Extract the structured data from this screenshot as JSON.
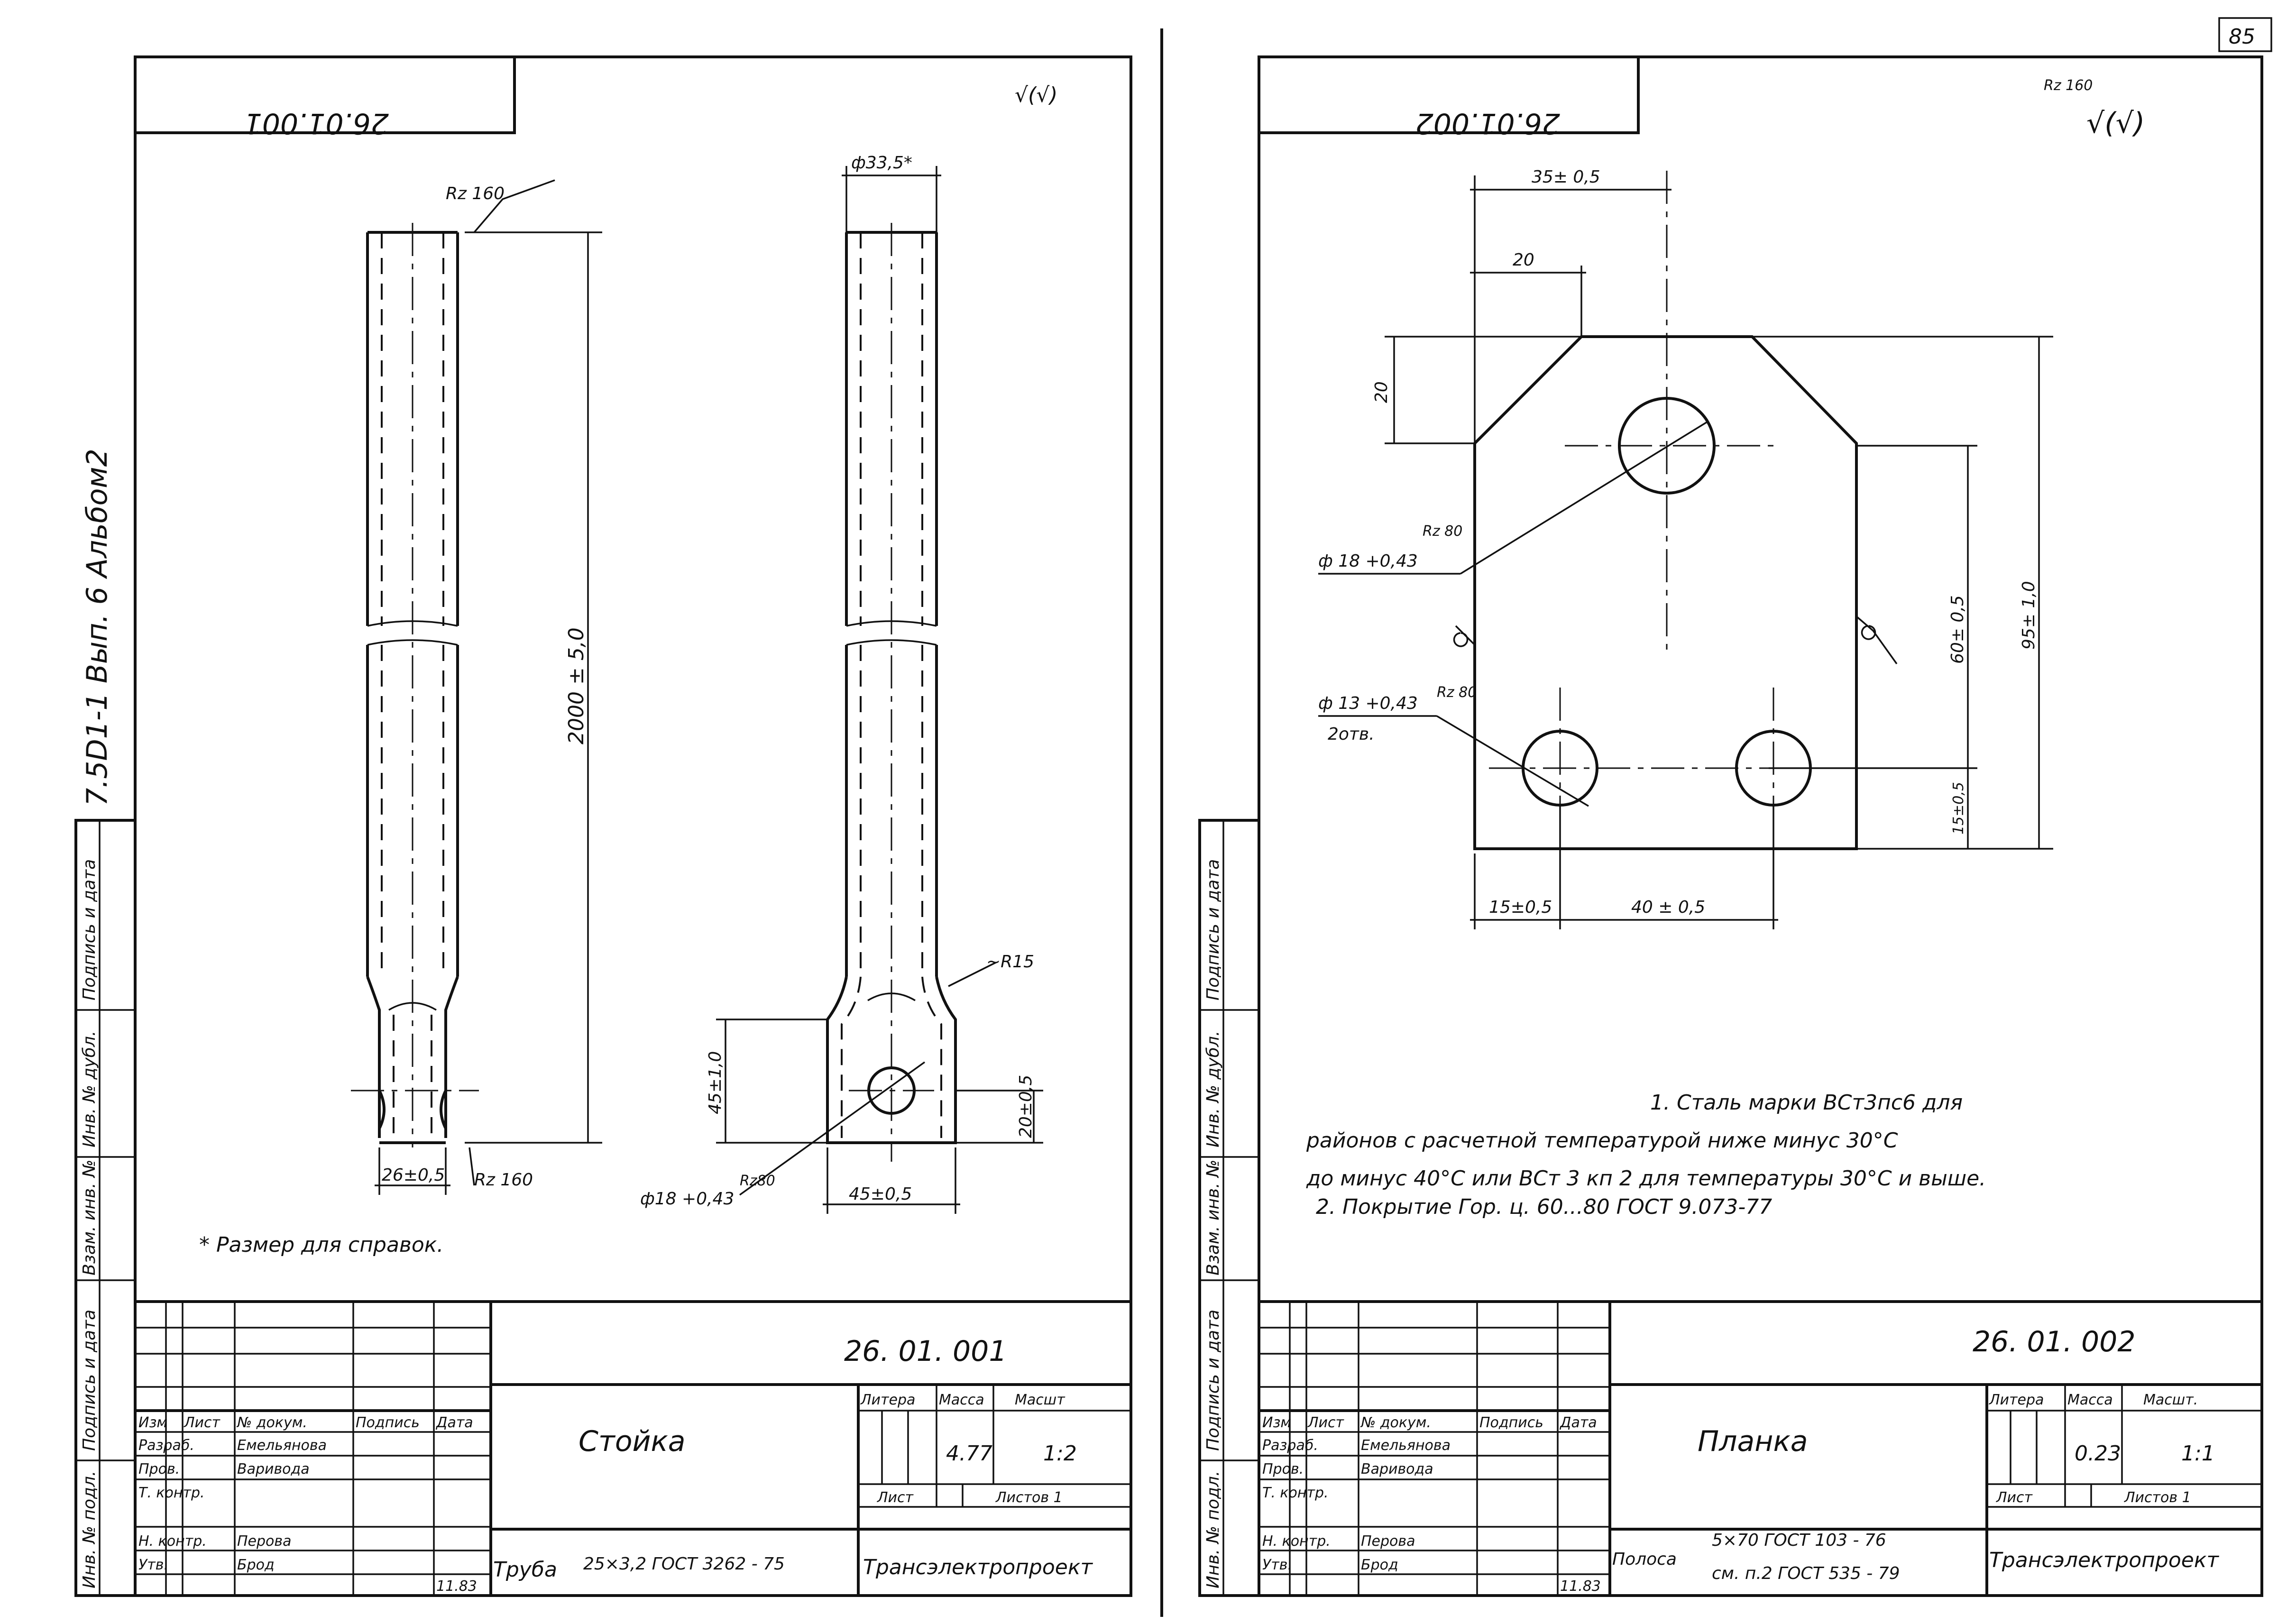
{
  "margin_notes": {
    "album": "7.5D1-1 Вып. 6   Альбом2",
    "page_number": "85",
    "side_stamps": [
      "Подпись и дата",
      "Инв. № дубл.",
      "Взам. инв. №",
      "Подпись и дата",
      "Инв. № подл."
    ]
  },
  "sheet1": {
    "code_rotated": "26.01.001",
    "roughness": "Rz 160",
    "dim_top": "ф33,5*",
    "dim_length": "2000 ± 5,0",
    "dim_width": "26±0,5",
    "roughness_bottom": "Rz 160",
    "dim_radius": "~R15",
    "dim_45": "45±1,0",
    "dim_20": "20±0,5",
    "dim_hole": "ф18 +0,43",
    "dim_rz80": "Rz80",
    "dim_base": "45±0,5",
    "footnote": "* Размер для справок.",
    "title_block": {
      "code": "26. 01. 001",
      "name": "Стойка",
      "material_label": "Труба",
      "material_spec": "25×3,2 ГОСТ 3262 - 75",
      "headers": [
        "Изм",
        "Лист",
        "№ докум.",
        "Подпись",
        "Дата"
      ],
      "rows": [
        {
          "role": "Разраб.",
          "name": "Емельянова"
        },
        {
          "role": "Пров.",
          "name": "Варивода"
        },
        {
          "role": "Т. контр.",
          "name": ""
        },
        {
          "role": "Н. контр.",
          "name": "Перова"
        },
        {
          "role": "Утв.",
          "name": "Брод"
        }
      ],
      "date": "11.83",
      "litera_label": "Литера",
      "mass_label": "Масса",
      "scale_label": "Масшт",
      "mass": "4.77",
      "scale": "1:2",
      "sheet_label": "Лист",
      "sheets_label": "Листов 1",
      "org": "Трансэлектропроект"
    }
  },
  "sheet2": {
    "code_rotated": "26.01.002",
    "roughness": "Rz 160",
    "dim_35": "35± 0,5",
    "dim_20_top": "20",
    "dim_20_side": "20",
    "dim_hole_big": "ф 18 +0,43",
    "dim_rz80_a": "Rz 80",
    "dim_hole_small": "ф 13 +0,43",
    "dim_holes_count": "2отв.",
    "dim_rz80_b": "Rz 80",
    "dim_60": "60± 0,5",
    "dim_95": "95± 1,0",
    "dim_15_side": "15±0,5",
    "dim_15_bottom": "15±0,5",
    "dim_40": "40 ± 0,5",
    "notes": [
      "1. Сталь марки ВСт3пс6 для",
      "районов с расчетной температурой ниже минус 30°С",
      "до минус 40°С или ВСт 3 кп 2 для температуры 30°С и выше.",
      "2. Покрытие Гор. ц. 60...80 ГОСТ 9.073-77"
    ],
    "title_block": {
      "code": "26. 01. 002",
      "name": "Планка",
      "material_label": "Полоса",
      "material_spec_1": "5×70 ГОСТ 103 - 76",
      "material_spec_2": "см. п.2 ГОСТ 535 - 79",
      "headers": [
        "Изм",
        "Лист",
        "№ докум.",
        "Подпись",
        "Дата"
      ],
      "rows": [
        {
          "role": "Разраб.",
          "name": "Емельянова"
        },
        {
          "role": "Пров.",
          "name": "Варивода"
        },
        {
          "role": "Т. контр.",
          "name": ""
        },
        {
          "role": "Н. контр.",
          "name": "Перова"
        },
        {
          "role": "Утв.",
          "name": "Брод"
        }
      ],
      "date": "11.83",
      "litera_label": "Литера",
      "mass_label": "Масса",
      "scale_label": "Масшт.",
      "mass": "0.23",
      "scale": "1:1",
      "sheet_label": "Лист",
      "sheets_label": "Листов 1",
      "org": "Трансэлектропроект"
    }
  }
}
